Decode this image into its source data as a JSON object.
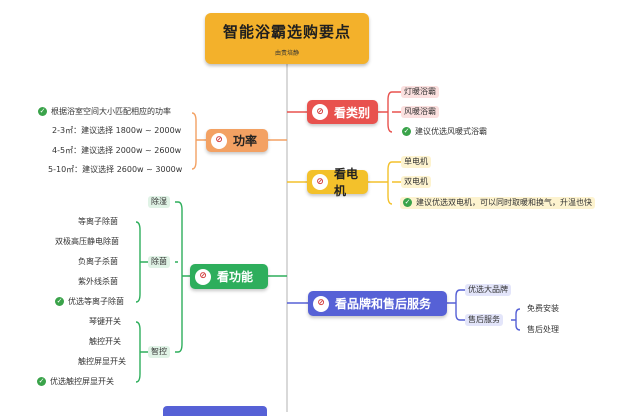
{
  "root": {
    "title": "智能浴霸选购要点",
    "subtitle": "由责培静"
  },
  "power": {
    "title": "功率",
    "tip": "根据浴室空间大小匹配相应的功率",
    "items": [
      "2-3㎡：建议选择 1800w ~ 2000w",
      "4-5㎡：建议选择 2000w ~ 2600w",
      "5-10㎡：建议选择 2600w ~ 3000w"
    ]
  },
  "category": {
    "title": "看类别",
    "items": [
      "灯暖浴霸",
      "风暖浴霸"
    ],
    "tip": "建议优选风暖式浴霸"
  },
  "motor": {
    "title": "看电机",
    "items": [
      "单电机",
      "双电机"
    ],
    "tip": "建议优选双电机，可以同时取暖和换气，升温也快"
  },
  "function": {
    "title": "看功能",
    "groups": [
      {
        "label": "除湿",
        "items": []
      },
      {
        "label": "除菌",
        "items": [
          "等离子除菌",
          "双极高压静电除菌",
          "负离子杀菌",
          "紫外线杀菌"
        ],
        "tip": "优选等离子除菌"
      },
      {
        "label": "智控",
        "items": [
          "琴键开关",
          "触控开关",
          "触控屏显开关"
        ],
        "tip": "优选触控屏显开关"
      }
    ]
  },
  "brand": {
    "title": "看品牌和售后服务",
    "items": [
      "优选大品牌",
      "售后服务"
    ],
    "after_sales": [
      "免费安装",
      "售后处理"
    ]
  },
  "colors": {
    "root": "#f3b12b",
    "power": "#f3a163",
    "category": "#e8524e",
    "motor": "#f3c12b",
    "function": "#2eae5c",
    "brand": "#5661d6",
    "trunk": "#c9c9c9"
  }
}
